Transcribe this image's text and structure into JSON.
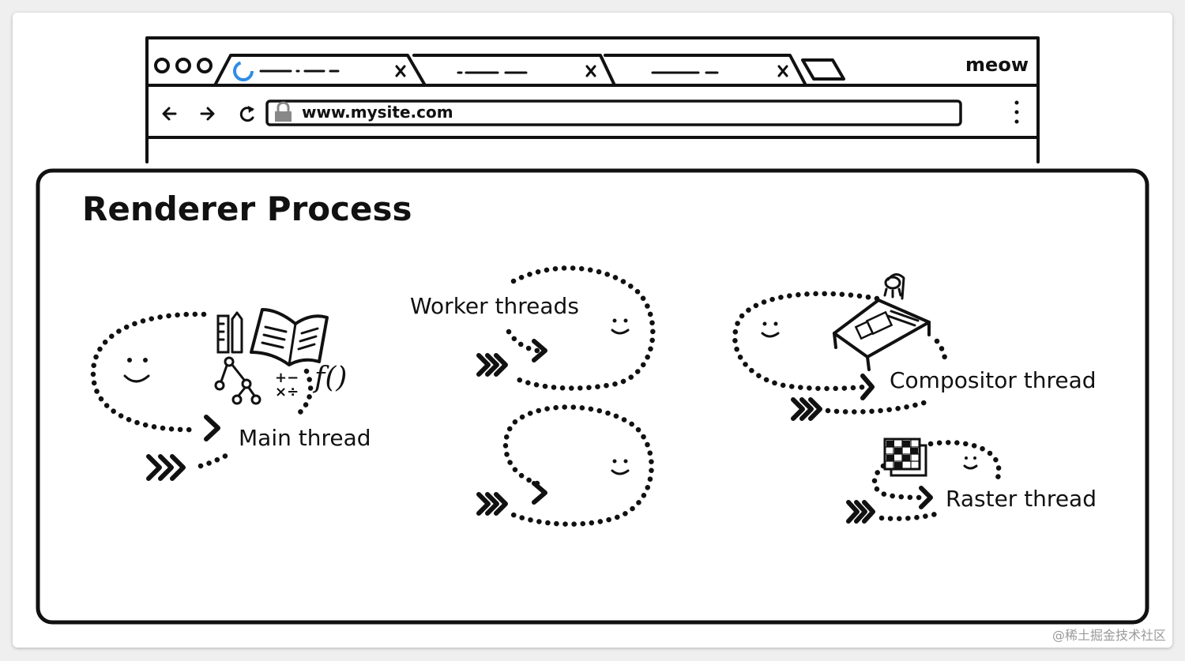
{
  "browser": {
    "brand": "meow",
    "url": "www.mysite.com"
  },
  "diagram": {
    "title": "Renderer Process",
    "threads": {
      "main": "Main thread",
      "worker": "Worker threads",
      "compositor": "Compositor thread",
      "raster": "Raster thread"
    },
    "main_symbols": "+−\n×÷",
    "function_symbol": "f()"
  },
  "watermark": "@稀土掘金技术社区",
  "icons": [
    "loading-spinner-icon",
    "close-icon",
    "new-tab-icon",
    "back-arrow-icon",
    "forward-arrow-icon",
    "reload-icon",
    "lock-icon",
    "more-vert-icon",
    "ruler-icon",
    "pencil-icon",
    "book-icon",
    "tree-icon",
    "table-icon",
    "lamp-icon",
    "grid-icon",
    "chevron-icon",
    "smiley-face"
  ]
}
